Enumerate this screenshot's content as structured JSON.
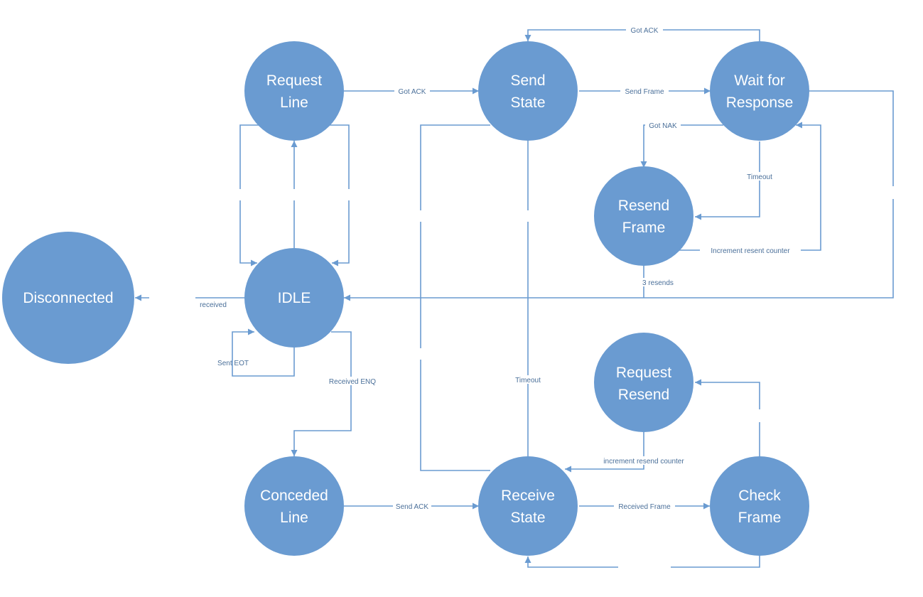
{
  "nodes": {
    "disconnected": "Disconnected",
    "idle": "IDLE",
    "request_line": [
      "Request",
      "Line"
    ],
    "send_state": [
      "Send",
      "State"
    ],
    "wait_response": [
      "Wait for",
      "Response"
    ],
    "resend_frame": [
      "Resend",
      "Frame"
    ],
    "request_resend": [
      "Request",
      "Resend"
    ],
    "conceded_line": [
      "Conceded",
      "Line"
    ],
    "receive_state": [
      "Receive",
      "State"
    ],
    "check_frame": [
      "Check",
      "Frame"
    ]
  },
  "edges": {
    "got_ack_request_send": "Got ACK",
    "send_frame": "Send Frame",
    "got_ack_top": "Got ACK",
    "got_nak": "Got NAK",
    "timeout_wait": "Timeout",
    "increment_resent": "Increment resent counter",
    "three_resends": "3 resends",
    "received": "received",
    "sent_eot": "Sent EOT",
    "received_enq": "Received ENQ",
    "timeout_receive": "Timeout",
    "increment_resend": "increment resend counter",
    "send_ack": "Send ACK",
    "received_frame": "Received Frame"
  },
  "colors": {
    "node_fill": "#6a9bd1",
    "node_text": "#ffffff",
    "edge": "#6a9bd1",
    "edge_text": "#4a6f99"
  }
}
